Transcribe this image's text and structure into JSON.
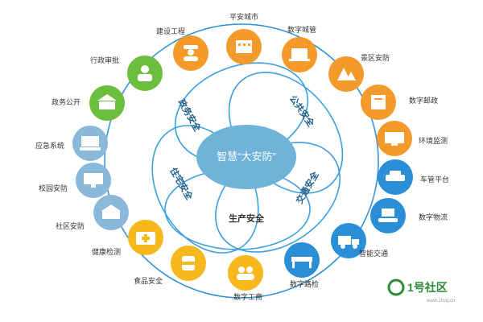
{
  "center": {
    "label": "智慧“大安防”"
  },
  "petals": [
    "政务安全",
    "公共安全",
    "交通安全",
    "住宅安全",
    "生产安全"
  ],
  "nodes": [
    {
      "label": "平安城市",
      "color": "#f39a2a",
      "icon": "building-icon"
    },
    {
      "label": "数字城管",
      "color": "#f39a2a",
      "icon": "laptop-icon"
    },
    {
      "label": "景区安防",
      "color": "#f39a2a",
      "icon": "scenic-icon"
    },
    {
      "label": "数字邮政",
      "color": "#f39a2a",
      "icon": "mailbox-icon"
    },
    {
      "label": "环境监测",
      "color": "#f39a2a",
      "icon": "monitor-icon"
    },
    {
      "label": "车管平台",
      "color": "#2a8fd6",
      "icon": "car-icon"
    },
    {
      "label": "数字物流",
      "color": "#2a8fd6",
      "icon": "conveyor-icon"
    },
    {
      "label": "智能交通",
      "color": "#2a8fd6",
      "icon": "truck-icon"
    },
    {
      "label": "数字路检",
      "color": "#2a8fd6",
      "icon": "barrier-icon"
    },
    {
      "label": "数字工商",
      "color": "#f6b81d",
      "icon": "people-icon"
    },
    {
      "label": "食品安全",
      "color": "#f6b81d",
      "icon": "food-can-icon"
    },
    {
      "label": "健康检测",
      "color": "#f6b81d",
      "icon": "medical-kit-icon"
    },
    {
      "label": "社区安防",
      "color": "#8ab8d8",
      "icon": "community-icon"
    },
    {
      "label": "校园安防",
      "color": "#8ab8d8",
      "icon": "classroom-icon"
    },
    {
      "label": "应急系统",
      "color": "#8ab8d8",
      "icon": "emergency-icon"
    },
    {
      "label": "政务公开",
      "color": "#6cbf3c",
      "icon": "government-icon"
    },
    {
      "label": "行政审批",
      "color": "#6cbf3c",
      "icon": "official-icon"
    },
    {
      "label": "建设工程",
      "color": "#f39a2a",
      "icon": "worker-icon"
    }
  ],
  "logo": {
    "mark": "1号社区",
    "sub": "www.1hsq.cn"
  },
  "colors": {
    "ring": "#2a8fd6",
    "center": "#6fb3d9",
    "petal_stroke": "#3a9fe0"
  }
}
